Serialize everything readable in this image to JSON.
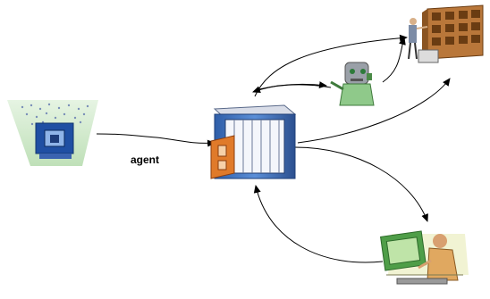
{
  "diagram": {
    "edge_label": "agent",
    "nodes": [
      {
        "id": "source-computer",
        "icon": "computer-with-stars-icon"
      },
      {
        "id": "agent-server",
        "icon": "server-doorway-icon"
      },
      {
        "id": "robot",
        "icon": "robot-icon"
      },
      {
        "id": "archive",
        "icon": "filing-shelves-person-icon"
      },
      {
        "id": "workstation",
        "icon": "person-at-monitor-icon"
      }
    ],
    "edges": [
      {
        "from": "source-computer",
        "to": "agent-server",
        "label": "agent"
      },
      {
        "from": "agent-server",
        "to": "archive"
      },
      {
        "from": "agent-server",
        "to": "robot",
        "bidirectional": true
      },
      {
        "from": "robot",
        "to": "archive"
      },
      {
        "from": "agent-server",
        "to": "archive"
      },
      {
        "from": "agent-server",
        "to": "workstation"
      },
      {
        "from": "workstation",
        "to": "agent-server"
      }
    ],
    "colors": {
      "arrow": "#000000",
      "server_blue": "#3a6ec0",
      "door_orange": "#e07a2a",
      "shelf_brown": "#b9773a",
      "robot_green": "#8fc98a",
      "cone_green": "#cfe9c8"
    }
  }
}
